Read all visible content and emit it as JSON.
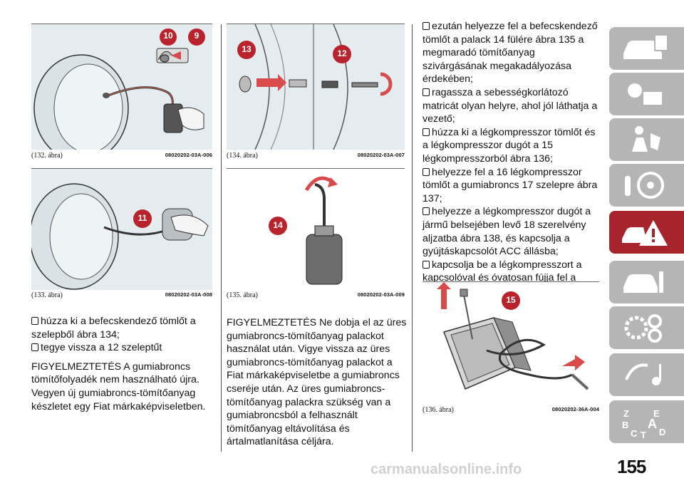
{
  "figures": {
    "f132": {
      "label": "(132. ábra)",
      "code": "08020202-03A-006",
      "callouts": [
        "10",
        "9"
      ]
    },
    "f133": {
      "label": "(133. ábra)",
      "code": "08020202-03A-008",
      "callouts": [
        "11"
      ]
    },
    "f134": {
      "label": "(134. ábra)",
      "code": "08020202-03A-007",
      "callouts": [
        "13",
        "12"
      ]
    },
    "f135": {
      "label": "(135. ábra)",
      "code": "08020202-03A-009",
      "callouts": [
        "14"
      ]
    },
    "f136": {
      "label": "(136. ábra)",
      "code": "08020202-36A-004",
      "callouts": [
        "15"
      ]
    }
  },
  "col1": {
    "bullets": [
      "húzza ki a befecskendező tömlőt a szelepből ábra 134;",
      "tegye vissza a 12 szeleptűt"
    ],
    "warning": "FIGYELMEZTETÉS A gumiabroncs tömítőfolyadék nem használható újra. Vegyen új gumiabroncs-tömítőanyag készletet egy Fiat márkaképviseletben."
  },
  "col2": {
    "warning": "FIGYELMEZTETÉS Ne dobja el az üres gumiabroncs-tömítőanyag palackot használat után. Vigye vissza az üres gumiabroncs-tömítőanyag palackot a Fiat márkaképviseletbe a gumiabroncs cseréje után. Az üres gumiabroncs-tömítőanyag palackra szükség van a gumiabroncsból a felhasznált tömítőanyag eltávolítása és ártalmatlanítása céljára."
  },
  "col3": {
    "bullets": [
      "ezután helyezze fel a befecskendező tömlőt a palack 14 fülére ábra 135 a megmaradó tömítőanyag szivárgásának megakadályozása érdekében;",
      "ragassza a sebességkorlátozó matricát olyan helyre, ahol jól láthatja a vezető;",
      "húzza ki a légkompresszor tömlőt és a légkompresszor dugót a 15 légkompresszorból ábra 136;",
      "helyezze fel a 16 légkompresszor tömlőt a gumiabroncs 17 szelepre ábra 137;",
      "helyezze a légkompresszor dugót a jármű belsejében levő 18 szerelvény aljzatba ábra 138, és kapcsolja a gyújtáskapcsolót ACC állásba;",
      "kapcsolja be a légkompresszort a kapcsolóval és óvatosan fújja fel a gumiabroncsot a helyes nyomásra;"
    ]
  },
  "sidebar": {
    "tabs": [
      "car-info-icon",
      "warning-lights-icon",
      "safety-icon",
      "driving-icon",
      "emergency-icon",
      "maintenance-icon",
      "technical-data-icon",
      "multimedia-icon",
      "index-icon"
    ],
    "index_letters": [
      "Z",
      "E",
      "B",
      "A",
      "C",
      "T",
      "D"
    ]
  },
  "page_number": "155",
  "watermark": "carmanualsonline.info",
  "colors": {
    "accent": "#a8242d",
    "callout": "#b8232c",
    "tab": "#b5b5b5"
  }
}
